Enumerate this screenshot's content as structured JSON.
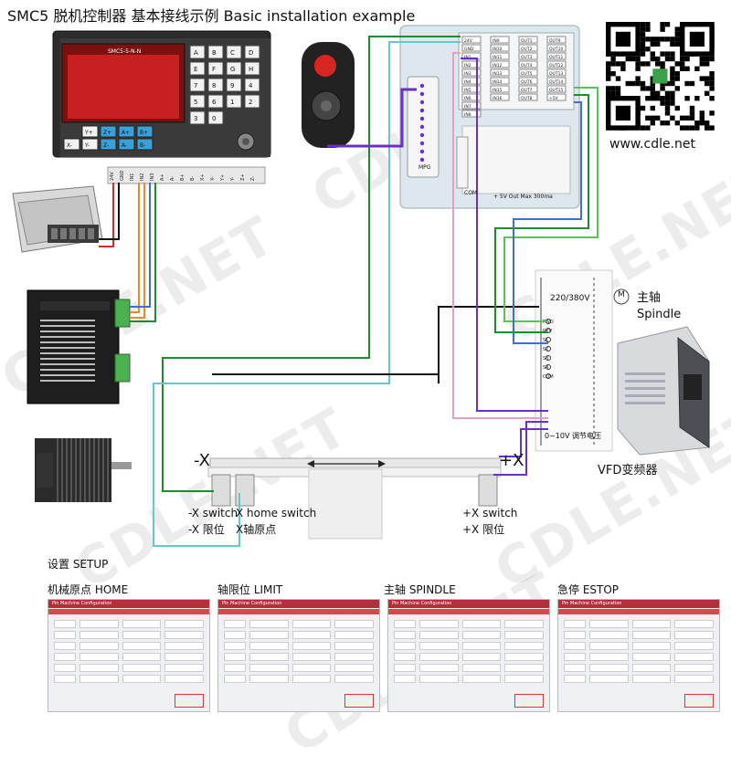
{
  "title": "SMC5 脱机控制器 基本接线示例  Basic installation example",
  "website": "www.cdle.net",
  "watermark": "CDLE.NET",
  "controller": {
    "screen_title": "SMC5-5-N-N",
    "port_labels": [
      "24V",
      "GND",
      "IN1",
      "IN2",
      "IN3",
      "A+",
      "A-",
      "B+",
      "B-",
      "X+",
      "X-",
      "Y+",
      "Y-",
      "Z+",
      "Z-"
    ],
    "keys_left": [
      "X-",
      "Y+",
      "Y-",
      "Z+",
      "Z-",
      "A+",
      "A-",
      "B+",
      "B-"
    ],
    "keys_right": [
      "A",
      "B",
      "C",
      "D",
      "E",
      "F",
      "G",
      "H",
      "7",
      "8",
      "9",
      "4",
      "5",
      "6",
      "1",
      "2",
      "3",
      "0"
    ]
  },
  "board": {
    "col1": [
      "24V",
      "GND",
      "IN1",
      "IN2",
      "IN3",
      "IN4",
      "IN5",
      "IN6",
      "IN7",
      "IN8"
    ],
    "col2": [
      "IN9",
      "IN10",
      "IN11",
      "IN12",
      "IN13",
      "IN14",
      "IN15",
      "IN16"
    ],
    "col3": [
      "OUT1",
      "OUT2",
      "OUT3",
      "OUT4",
      "OUT5",
      "OUT6",
      "OUT7",
      "OUT8"
    ],
    "col4": [
      "OUT9",
      "OUT10",
      "OUT11",
      "OUT12",
      "OUT13",
      "OUT14",
      "OUT15",
      "+5V"
    ],
    "mpg_label": "MPG",
    "com_label": "COM",
    "note": "+ 5V Out Max 300ma"
  },
  "vfd": {
    "voltage": "220/380V",
    "analog": "0~10V 调节电压",
    "terminals": [
      "FWD",
      "REV",
      "S1",
      "S2",
      "S3",
      "S4",
      "COM"
    ],
    "label": "VFD变频器"
  },
  "spindle": {
    "cn": "主轴",
    "en": "Spindle",
    "motor": "M"
  },
  "axis": {
    "minus": "-X",
    "plus": "+X"
  },
  "switches": {
    "minus_en": "-X switch",
    "minus_cn": "-X 限位",
    "home_en": "X home switch",
    "home_cn": "X轴原点",
    "plus_en": "+X switch",
    "plus_cn": "+X 限位"
  },
  "setup": {
    "title": "设置 SETUP",
    "panels": [
      {
        "label": "机械原点 HOME",
        "caption": "Pin Machine Configuration"
      },
      {
        "label": "轴限位 LIMIT",
        "caption": "Pin Machine Configuration"
      },
      {
        "label": "主轴 SPINDLE",
        "caption": "Pin Machine Configuration"
      },
      {
        "label": "急停 ESTOP",
        "caption": "Pin Machine Configuration"
      }
    ]
  },
  "colors": {
    "red": "#d42a2a",
    "orange": "#e8892a",
    "blue": "#3c6fd8",
    "green": "#1e8c2e",
    "light_green": "#54c454",
    "teal": "#66c8c8",
    "purple": "#6a2fc9",
    "pink": "#e2a0c8",
    "black": "#111111"
  }
}
